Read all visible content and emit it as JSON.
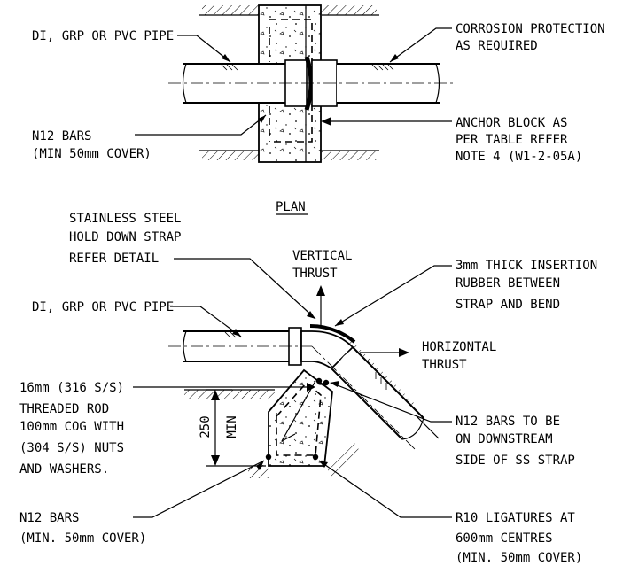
{
  "plan": {
    "title": "PLAN",
    "pipe_label": "DI, GRP OR PVC PIPE",
    "corrosion_label": [
      "CORROSION PROTECTION",
      "AS REQUIRED"
    ],
    "n12_bars_label": [
      "N12 BARS",
      "(MIN 50mm COVER)"
    ],
    "anchor_label": [
      "ANCHOR BLOCK AS",
      "PER TABLE REFER",
      "NOTE 4 (W1-2-05A)"
    ]
  },
  "section": {
    "strap_label": [
      "STAINLESS STEEL",
      "HOLD DOWN STRAP",
      "REFER DETAIL"
    ],
    "vertical_label": [
      "VERTICAL",
      "THRUST"
    ],
    "rubber_label": [
      "3mm THICK INSERTION",
      "RUBBER BETWEEN",
      "STRAP AND BEND"
    ],
    "pipe_label": "DI, GRP OR PVC PIPE",
    "horizontal_label": [
      "HORIZONTAL",
      "THRUST"
    ],
    "rod_label": [
      "16mm (316 S/S)",
      "THREADED ROD",
      "100mm COG WITH",
      "(304 S/S) NUTS",
      "AND WASHERS."
    ],
    "dim_value": "250",
    "dim_unit": "MIN",
    "n12_downstream_label": [
      "N12 BARS TO BE",
      "ON DOWNSTREAM",
      "SIDE OF SS STRAP"
    ],
    "n12_bars_label": [
      "N12 BARS",
      "(MIN. 50mm COVER)"
    ],
    "r10_label": [
      "R10 LIGATURES AT",
      "600mm CENTRES",
      "(MIN. 50mm COVER)"
    ]
  }
}
